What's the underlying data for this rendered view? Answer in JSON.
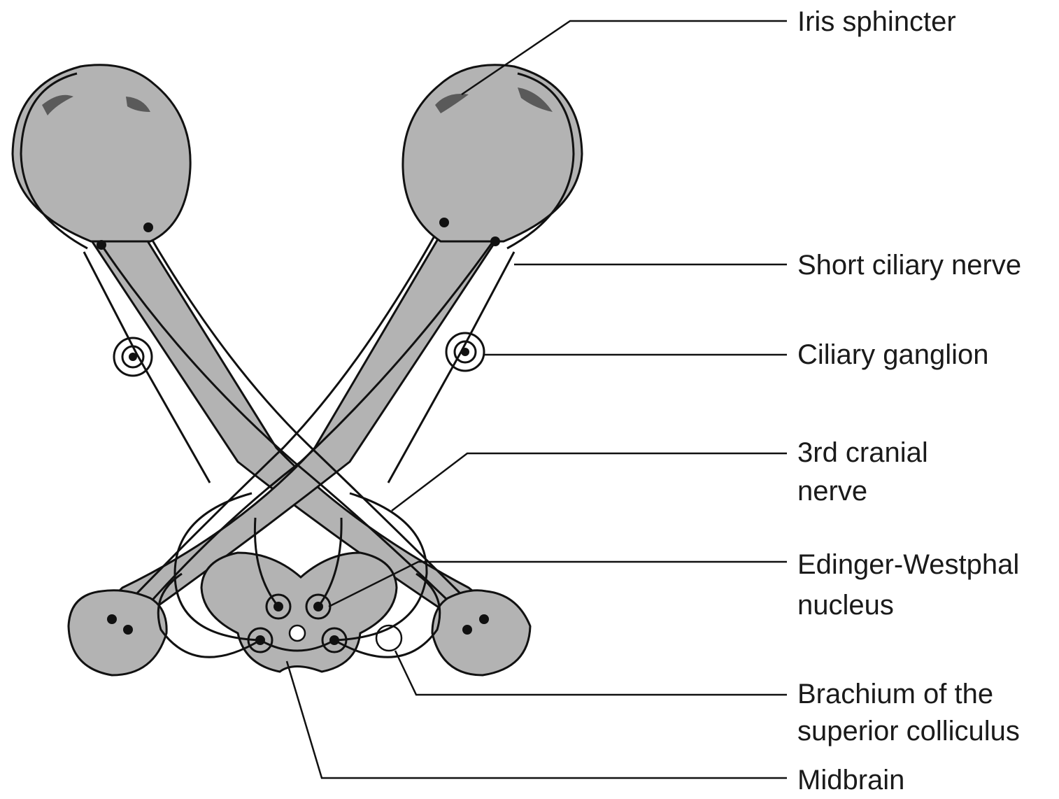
{
  "labels": {
    "iris_sphincter": "Iris sphincter",
    "short_ciliary_nerve": "Short ciliary nerve",
    "ciliary_ganglion": "Ciliary ganglion",
    "third_cranial_nerve_l1": "3rd cranial",
    "third_cranial_nerve_l2": "nerve",
    "edinger_westphal_l1": "Edinger-Westphal",
    "edinger_westphal_l2": "nucleus",
    "brachium_l1": "Brachium of the",
    "brachium_l2": "superior colliculus",
    "midbrain": "Midbrain"
  },
  "colors": {
    "tissue_fill": "#b3b3b3",
    "outline": "#111111",
    "iris_dark": "#5a5a5a",
    "background": "#ffffff"
  }
}
